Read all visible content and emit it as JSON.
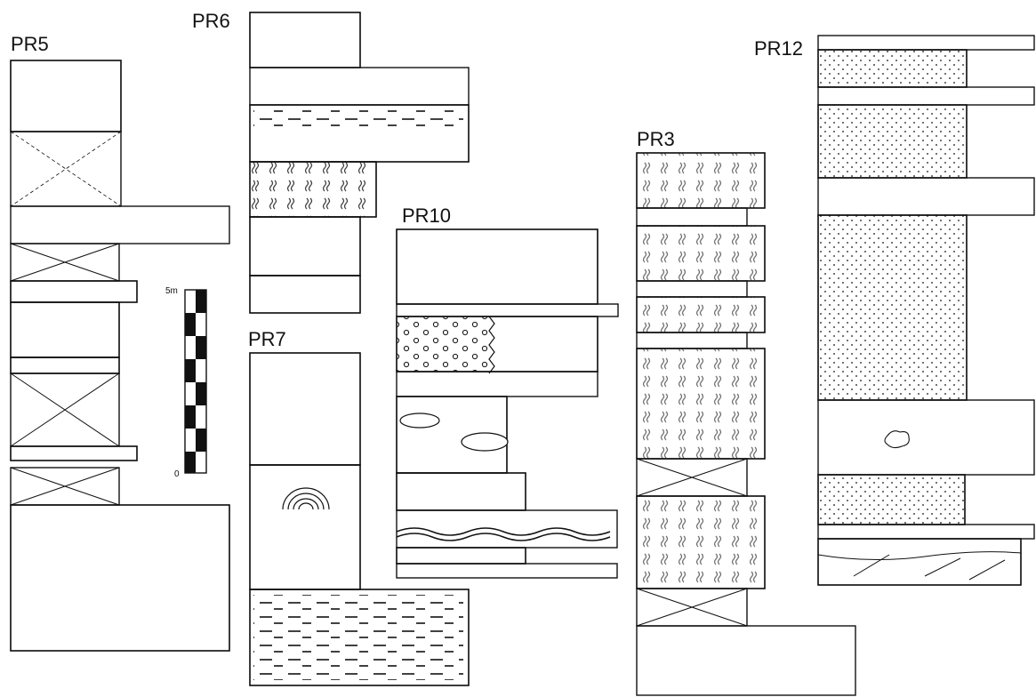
{
  "sections": [
    {
      "id": "PR5",
      "label": "PR5"
    },
    {
      "id": "PR6",
      "label": "PR6"
    },
    {
      "id": "PR7",
      "label": "PR7"
    },
    {
      "id": "PR10",
      "label": "PR10"
    },
    {
      "id": "PR3",
      "label": "PR3"
    },
    {
      "id": "PR12",
      "label": "PR12"
    }
  ],
  "scale_bar": {
    "top_label": "5m",
    "bottom_label": "0"
  },
  "colors": {
    "ink": "#111111",
    "background": "#ffffff"
  }
}
